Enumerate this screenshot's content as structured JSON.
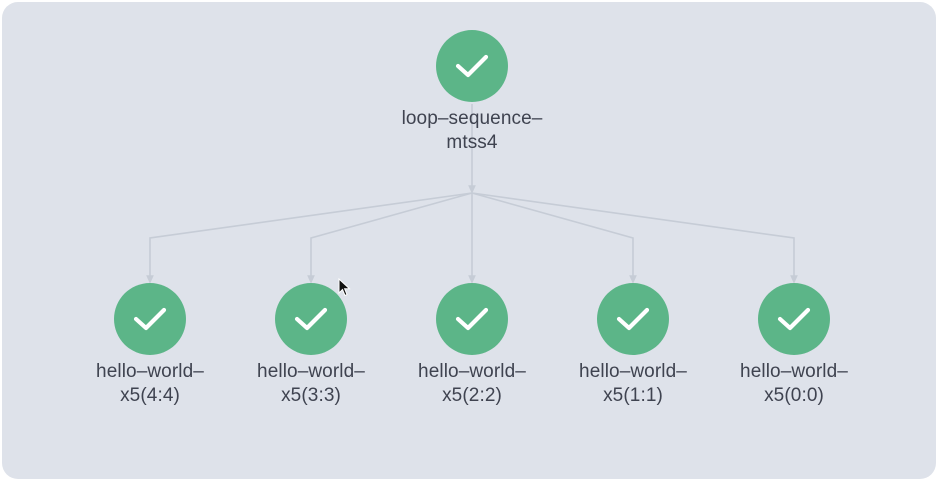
{
  "diagram": {
    "colors": {
      "background": "#dee2ea",
      "node_success": "#5cb588",
      "edge": "#c6ccd6",
      "text": "#3f4350"
    },
    "root": {
      "status": "success",
      "icon": "check-icon",
      "label_line1": "loop–sequence–",
      "label_line2": "mtss4"
    },
    "children": [
      {
        "status": "success",
        "icon": "check-icon",
        "label_line1": "hello–world–",
        "label_line2": "x5(4:4)"
      },
      {
        "status": "success",
        "icon": "check-icon",
        "label_line1": "hello–world–",
        "label_line2": "x5(3:3)"
      },
      {
        "status": "success",
        "icon": "check-icon",
        "label_line1": "hello–world–",
        "label_line2": "x5(2:2)"
      },
      {
        "status": "success",
        "icon": "check-icon",
        "label_line1": "hello–world–",
        "label_line2": "x5(1:1)"
      },
      {
        "status": "success",
        "icon": "check-icon",
        "label_line1": "hello–world–",
        "label_line2": "x5(0:0)"
      }
    ]
  }
}
